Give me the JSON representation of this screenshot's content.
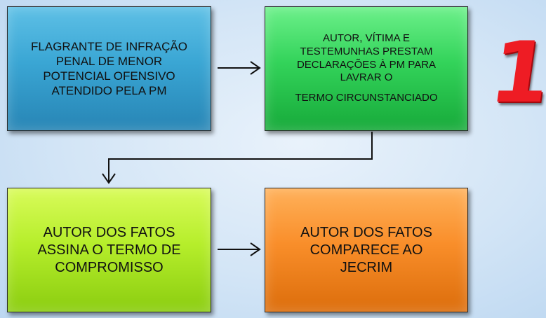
{
  "boxes": {
    "b1": [
      "FLAGRANTE DE INFRAÇÃO",
      "PENAL DE MENOR",
      "POTENCIAL OFENSIVO",
      "ATENDIDO PELA PM"
    ],
    "b2": [
      "AUTOR, VÍTIMA E",
      "TESTEMUNHAS PRESTAM",
      "DECLARAÇÕES À PM PARA",
      "LAVRAR O",
      "",
      "TERMO CIRCUNSTANCIADO"
    ],
    "b3": [
      "AUTOR DOS FATOS",
      "ASSINA O TERMO DE",
      "COMPROMISSO"
    ],
    "b4": [
      "AUTOR DOS FATOS",
      "COMPARECE AO",
      "JECRIM"
    ]
  },
  "badge": "1",
  "colors": {
    "blue": "#3aa6d4",
    "green": "#33d35a",
    "lime": "#b6ee2b",
    "orange": "#f98e2a",
    "badge_red": "#ee1c24"
  }
}
